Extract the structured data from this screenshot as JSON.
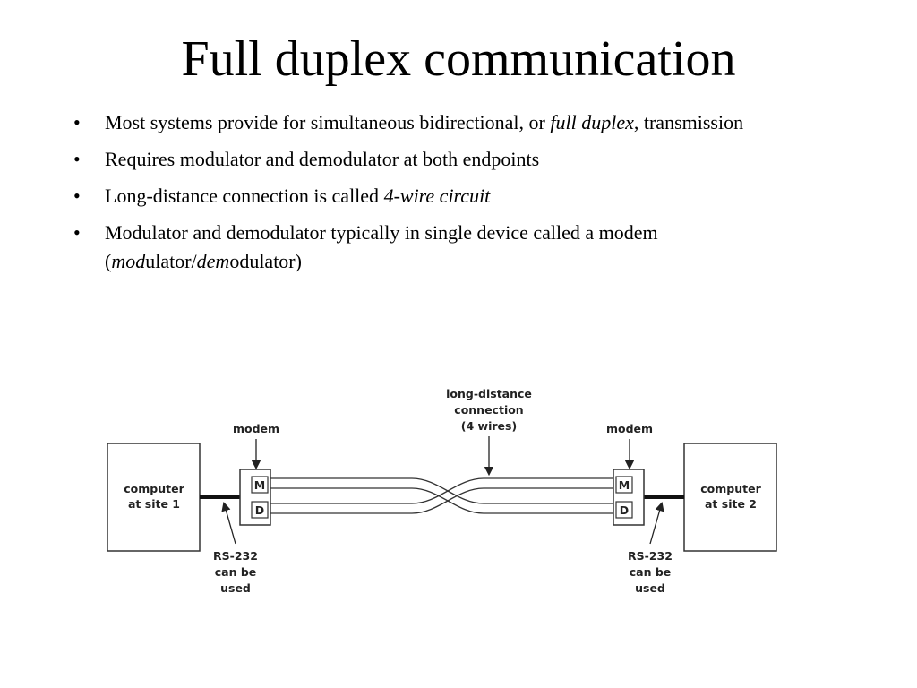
{
  "slide": {
    "title": "Full duplex communication"
  },
  "bullets": [
    {
      "text_before": "Most systems provide for simultaneous bidirectional, or ",
      "emphasis": "full duplex",
      "text_after": ", transmission"
    },
    {
      "text": "Requires modulator and demodulator at both endpoints"
    },
    {
      "text_before": "Long-distance connection is called ",
      "emphasis": "4-wire circuit"
    },
    {
      "text_before": "Modulator and demodulator typically in single device called a modem (",
      "em1": "mod",
      "mid": "ulator/",
      "em2": "dem",
      "text_after": "odulator)"
    }
  ],
  "bullet_symbol": "•",
  "diagram": {
    "left_computer": [
      "computer",
      "at site 1"
    ],
    "right_computer": [
      "computer",
      "at site 2"
    ],
    "left_modem_label": "modem",
    "right_modem_label": "modem",
    "modulator_letter": "M",
    "demodulator_letter": "D",
    "connection_label": [
      "long-distance",
      "connection",
      "(4 wires)"
    ],
    "left_rs232": [
      "RS-232",
      "can be",
      "used"
    ],
    "right_rs232": [
      "RS-232",
      "can be",
      "used"
    ]
  }
}
